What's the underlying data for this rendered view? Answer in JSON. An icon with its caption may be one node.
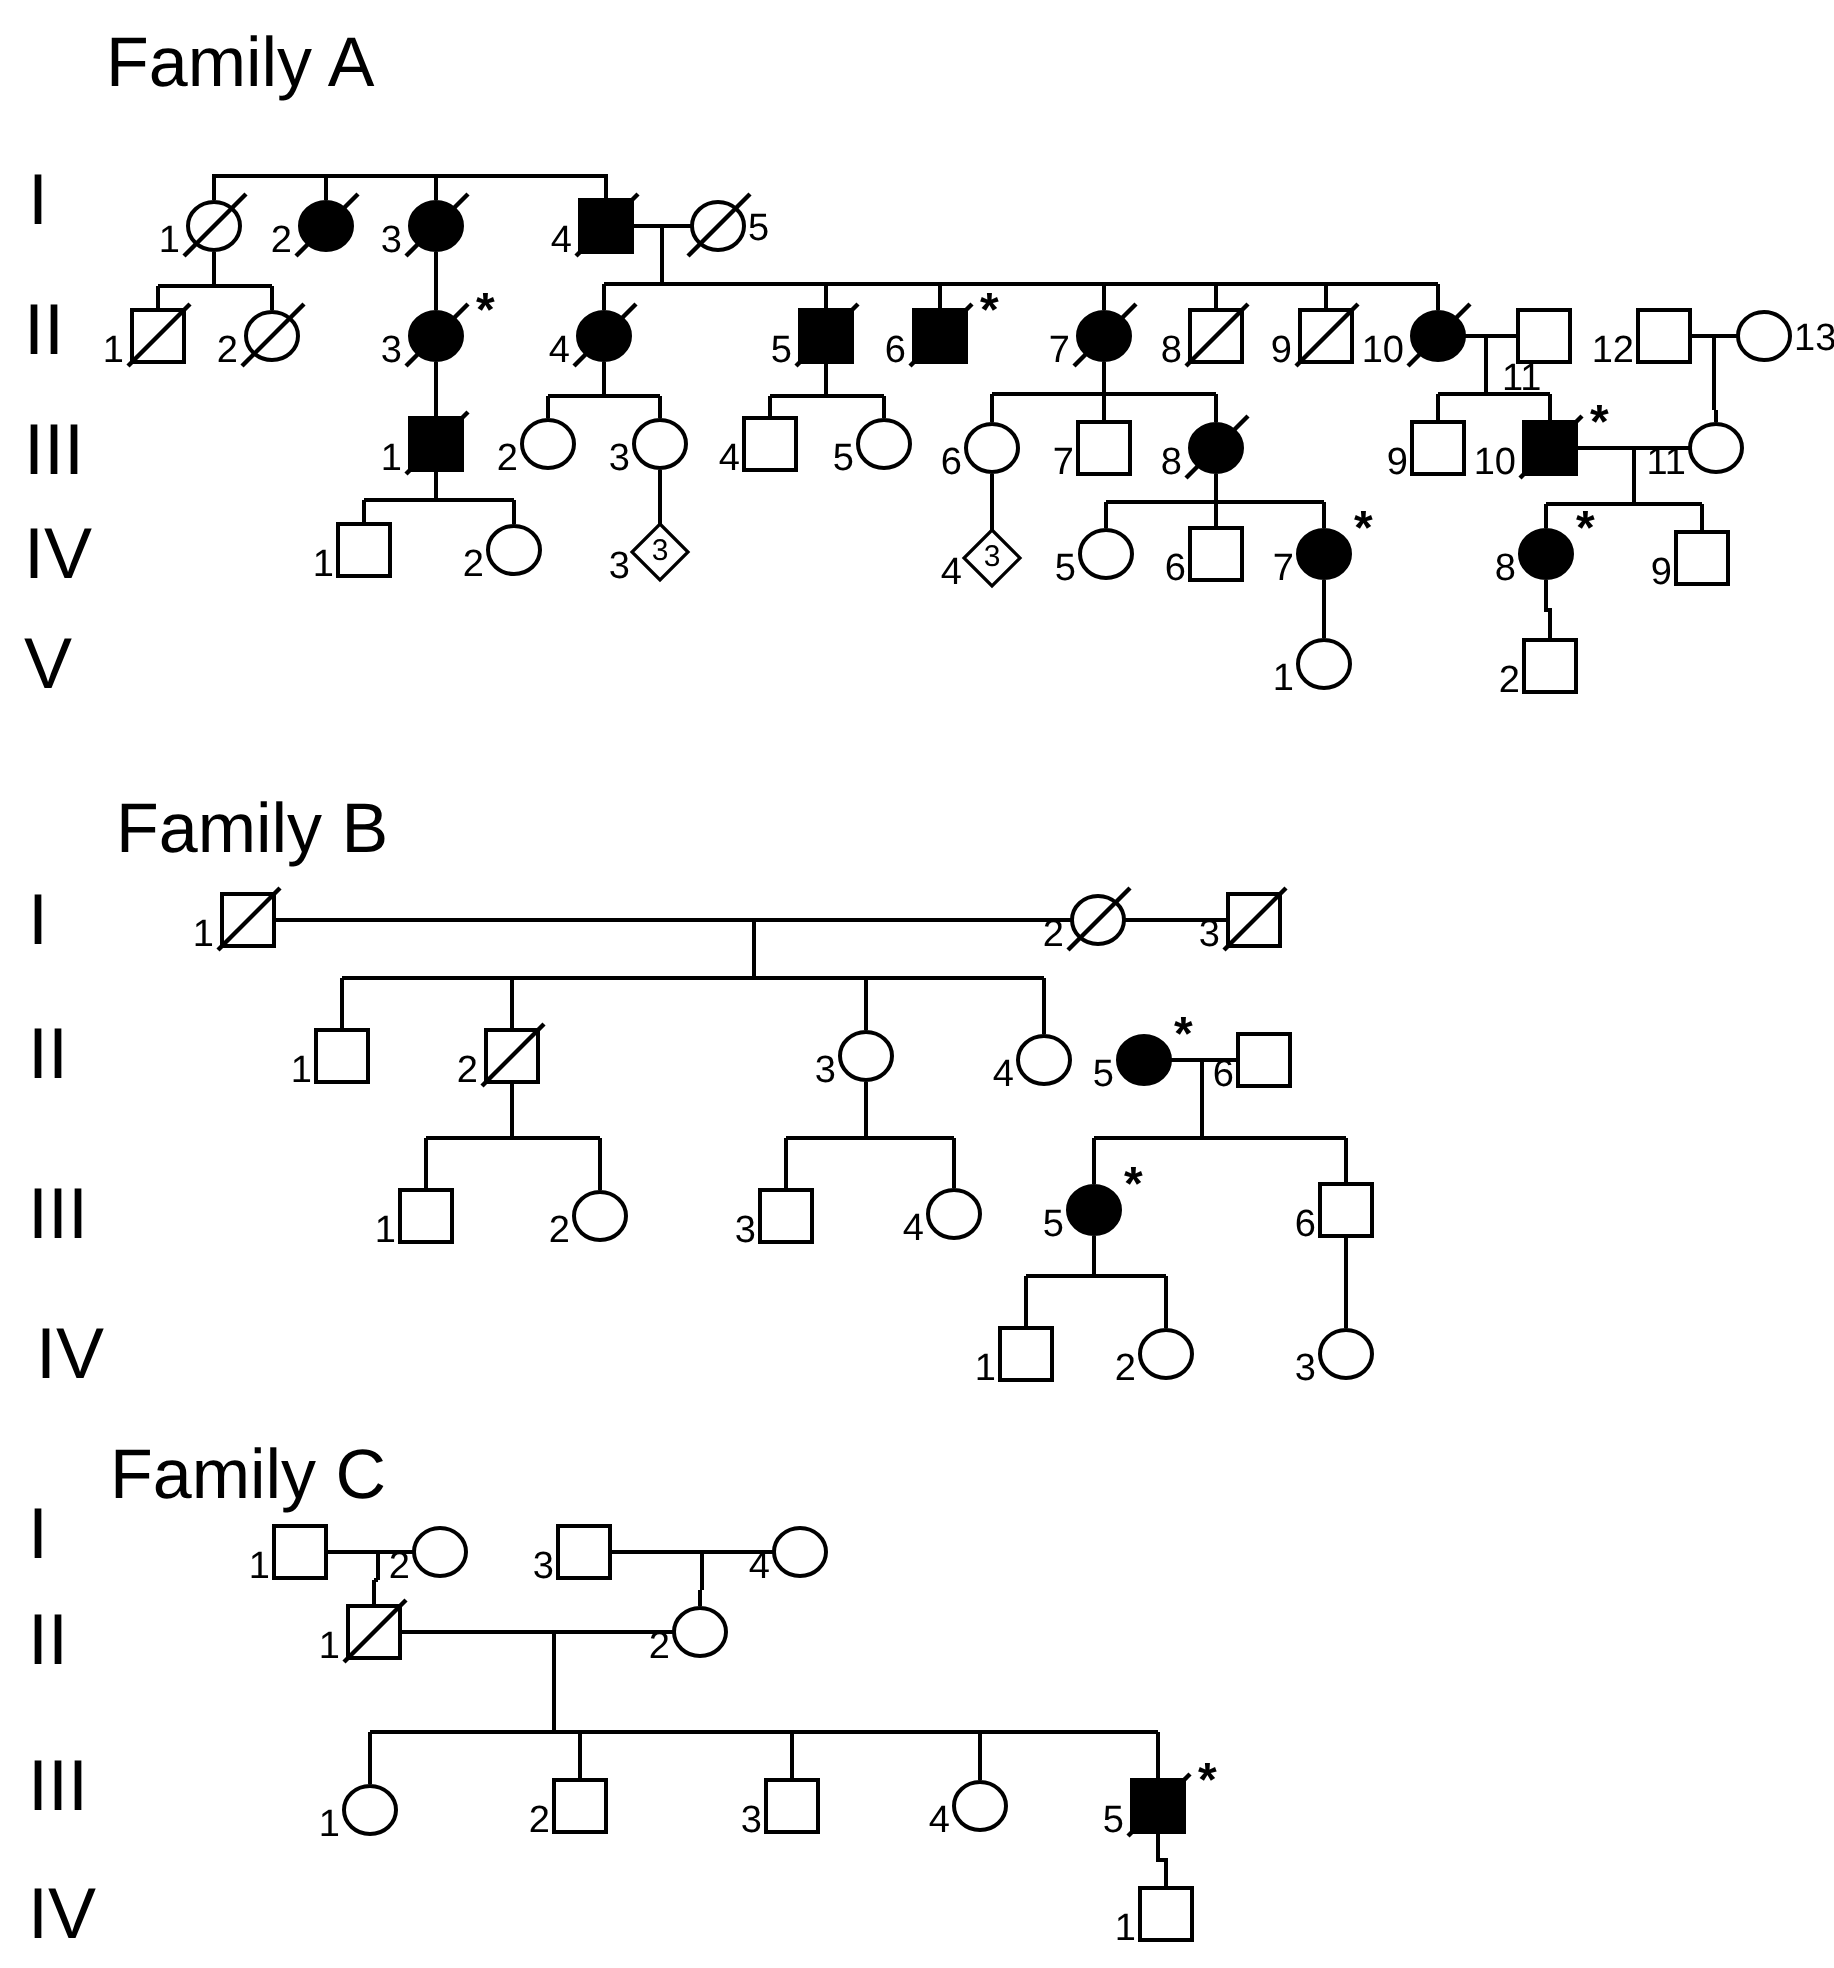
{
  "diagram": {
    "nodes": [
      {
        "text": [
          "1"
        ]
      },
      {
        "text": [
          "2"
        ]
      },
      {
        "text": [
          "3"
        ]
      },
      {
        "text": [
          "4"
        ]
      },
      {
        "text": [
          "5"
        ]
      },
      {
        "text": [
          "1"
        ]
      },
      {
        "text": [
          "2"
        ]
      },
      {
        "text": [
          "3"
        ],
        "beside": [
          "*"
        ]
      },
      {
        "text": [
          "4"
        ]
      },
      {
        "text": [
          "5"
        ]
      },
      {
        "text": [
          "6"
        ],
        "beside": [
          "*"
        ]
      },
      {
        "text": [
          "7"
        ]
      },
      {
        "text": [
          "8"
        ]
      },
      {
        "text": [
          "9"
        ]
      },
      {
        "text": [
          "10"
        ]
      },
      {
        "text": [
          "11"
        ]
      },
      {
        "text": [
          "12"
        ]
      },
      {
        "text": [
          "13"
        ]
      },
      {
        "text": [
          "1"
        ]
      },
      {
        "text": [
          "2"
        ]
      },
      {
        "text": [
          "3"
        ]
      },
      {
        "text": [
          "4"
        ]
      },
      {
        "text": [
          "5"
        ]
      },
      {
        "text": [
          "6"
        ]
      },
      {
        "text": [
          "7"
        ]
      },
      {
        "text": [
          "8"
        ]
      },
      {
        "text": [
          "9"
        ]
      },
      {
        "text": [
          "10"
        ],
        "beside": [
          "*"
        ]
      },
      {
        "text": [
          "11"
        ]
      },
      {
        "text": [
          "1"
        ]
      },
      {
        "text": [
          "2"
        ]
      },
      {
        "text": [
          "3",
          "3"
        ]
      },
      {
        "text": [
          "3",
          "4"
        ]
      },
      {
        "text": [
          "5"
        ]
      },
      {
        "text": [
          "6"
        ]
      },
      {
        "text": [
          "7"
        ],
        "beside": [
          "*"
        ]
      },
      {
        "text": [
          "8"
        ],
        "beside": [
          "*"
        ]
      },
      {
        "text": [
          "9"
        ]
      },
      {
        "text": [
          "1"
        ]
      },
      {
        "text": [
          "2"
        ]
      },
      {
        "text": [
          "1"
        ]
      },
      {
        "text": [
          "2"
        ]
      },
      {
        "text": [
          "3"
        ]
      },
      {
        "text": [
          "1"
        ]
      },
      {
        "text": [
          "2"
        ]
      },
      {
        "text": [
          "3"
        ]
      },
      {
        "text": [
          "4"
        ]
      },
      {
        "text": [
          "5"
        ],
        "beside": [
          "*"
        ]
      },
      {
        "text": [
          "6"
        ]
      },
      {
        "text": [
          "1"
        ]
      },
      {
        "text": [
          "2"
        ]
      },
      {
        "text": [
          "3"
        ]
      },
      {
        "text": [
          "4"
        ]
      },
      {
        "text": [
          "5"
        ],
        "beside": [
          "*"
        ]
      },
      {
        "text": [
          "6"
        ]
      },
      {
        "text": [
          "1"
        ]
      },
      {
        "text": [
          "2"
        ]
      },
      {
        "text": [
          "3"
        ]
      },
      {
        "text": [
          "1"
        ]
      },
      {
        "text": [
          "2"
        ]
      },
      {
        "text": [
          "3"
        ]
      },
      {
        "text": [
          "4"
        ]
      },
      {
        "text": [
          "1"
        ]
      },
      {
        "text": [
          "2"
        ]
      },
      {
        "text": [
          "1"
        ]
      },
      {
        "text": [
          "2"
        ]
      },
      {
        "text": [
          "3"
        ]
      },
      {
        "text": [
          "4"
        ]
      },
      {
        "text": [
          "5"
        ],
        "beside": [
          "*"
        ]
      },
      {
        "text": [
          "1"
        ]
      }
    ],
    "edges": [
      {
        "from": 0,
        "to": 1,
        "arrow": "none"
      },
      {
        "from": 1,
        "to": 2,
        "arrow": "none"
      },
      {
        "from": 2,
        "to": 3,
        "arrow": "none"
      },
      {
        "from": 3,
        "to": 4,
        "arrow": "none"
      },
      {
        "from": 0,
        "to": 5,
        "arrow": "none"
      },
      {
        "from": 0,
        "to": 6,
        "arrow": "none"
      },
      {
        "from": 2,
        "to": 7,
        "arrow": "none"
      },
      {
        "from": 3,
        "to": 8,
        "arrow": "none"
      },
      {
        "from": 3,
        "to": 9,
        "arrow": "none"
      },
      {
        "from": 3,
        "to": 10,
        "arrow": "none"
      },
      {
        "from": 3,
        "to": 11,
        "arrow": "none"
      },
      {
        "from": 3,
        "to": 12,
        "arrow": "none"
      },
      {
        "from": 3,
        "to": 13,
        "arrow": "none"
      },
      {
        "from": 3,
        "to": 14,
        "arrow": "none"
      },
      {
        "from": 4,
        "to": 8,
        "arrow": "none"
      },
      {
        "from": 4,
        "to": 9,
        "arrow": "none"
      },
      {
        "from": 4,
        "to": 10,
        "arrow": "none"
      },
      {
        "from": 4,
        "to": 11,
        "arrow": "none"
      },
      {
        "from": 4,
        "to": 12,
        "arrow": "none"
      },
      {
        "from": 4,
        "to": 13,
        "arrow": "none"
      },
      {
        "from": 4,
        "to": 14,
        "arrow": "none"
      },
      {
        "from": 7,
        "to": 18,
        "arrow": "none"
      },
      {
        "from": 8,
        "to": 19,
        "arrow": "none"
      },
      {
        "from": 8,
        "to": 20,
        "arrow": "none"
      },
      {
        "from": 9,
        "to": 21,
        "arrow": "none"
      },
      {
        "from": 9,
        "to": 22,
        "arrow": "none"
      },
      {
        "from": 11,
        "to": 23,
        "arrow": "none"
      },
      {
        "from": 11,
        "to": 24,
        "arrow": "none"
      },
      {
        "from": 11,
        "to": 25,
        "arrow": "none"
      },
      {
        "from": 14,
        "to": 26,
        "arrow": "none"
      },
      {
        "from": 14,
        "to": 27,
        "arrow": "none"
      },
      {
        "from": 15,
        "to": 26,
        "arrow": "none"
      },
      {
        "from": 15,
        "to": 27,
        "arrow": "none"
      },
      {
        "from": 16,
        "to": 28,
        "arrow": "none"
      },
      {
        "from": 17,
        "to": 28,
        "arrow": "none"
      },
      {
        "from": 27,
        "to": 28,
        "arrow": "none"
      },
      {
        "from": 18,
        "to": 29,
        "arrow": "none"
      },
      {
        "from": 18,
        "to": 30,
        "arrow": "none"
      },
      {
        "from": 20,
        "to": 31,
        "arrow": "none"
      },
      {
        "from": 23,
        "to": 32,
        "arrow": "none"
      },
      {
        "from": 25,
        "to": 33,
        "arrow": "none"
      },
      {
        "from": 25,
        "to": 34,
        "arrow": "none"
      },
      {
        "from": 25,
        "to": 35,
        "arrow": "none"
      },
      {
        "from": 27,
        "to": 36,
        "arrow": "none"
      },
      {
        "from": 27,
        "to": 37,
        "arrow": "none"
      },
      {
        "from": 28,
        "to": 36,
        "arrow": "none"
      },
      {
        "from": 28,
        "to": 37,
        "arrow": "none"
      },
      {
        "from": 35,
        "to": 38,
        "arrow": "none"
      },
      {
        "from": 36,
        "to": 39,
        "arrow": "none"
      },
      {
        "from": 40,
        "to": 41,
        "arrow": "none"
      },
      {
        "from": 41,
        "to": 42,
        "arrow": "none"
      },
      {
        "from": 40,
        "to": 43,
        "arrow": "none"
      },
      {
        "from": 40,
        "to": 44,
        "arrow": "none"
      },
      {
        "from": 40,
        "to": 45,
        "arrow": "none"
      },
      {
        "from": 40,
        "to": 46,
        "arrow": "none"
      },
      {
        "from": 41,
        "to": 43,
        "arrow": "none"
      },
      {
        "from": 41,
        "to": 44,
        "arrow": "none"
      },
      {
        "from": 41,
        "to": 45,
        "arrow": "none"
      },
      {
        "from": 41,
        "to": 46,
        "arrow": "none"
      },
      {
        "from": 47,
        "to": 48,
        "arrow": "none"
      },
      {
        "from": 47,
        "to": 53,
        "arrow": "none"
      },
      {
        "from": 47,
        "to": 54,
        "arrow": "none"
      },
      {
        "from": 48,
        "to": 53,
        "arrow": "none"
      },
      {
        "from": 48,
        "to": 54,
        "arrow": "none"
      },
      {
        "from": 44,
        "to": 49,
        "arrow": "none"
      },
      {
        "from": 44,
        "to": 50,
        "arrow": "none"
      },
      {
        "from": 45,
        "to": 51,
        "arrow": "none"
      },
      {
        "from": 45,
        "to": 52,
        "arrow": "none"
      },
      {
        "from": 53,
        "to": 55,
        "arrow": "none"
      },
      {
        "from": 53,
        "to": 56,
        "arrow": "none"
      },
      {
        "from": 54,
        "to": 57,
        "arrow": "none"
      },
      {
        "from": 58,
        "to": 59,
        "arrow": "none"
      },
      {
        "from": 58,
        "to": 62,
        "arrow": "none"
      },
      {
        "from": 59,
        "to": 62,
        "arrow": "none"
      },
      {
        "from": 60,
        "to": 61,
        "arrow": "none"
      },
      {
        "from": 60,
        "to": 63,
        "arrow": "none"
      },
      {
        "from": 61,
        "to": 63,
        "arrow": "none"
      },
      {
        "from": 62,
        "to": 63,
        "arrow": "none"
      },
      {
        "from": 62,
        "to": 64,
        "arrow": "none"
      },
      {
        "from": 62,
        "to": 65,
        "arrow": "none"
      },
      {
        "from": 62,
        "to": 66,
        "arrow": "none"
      },
      {
        "from": 62,
        "to": 67,
        "arrow": "none"
      },
      {
        "from": 62,
        "to": 68,
        "arrow": "none"
      },
      {
        "from": 63,
        "to": 64,
        "arrow": "none"
      },
      {
        "from": 63,
        "to": 65,
        "arrow": "none"
      },
      {
        "from": 63,
        "to": 66,
        "arrow": "none"
      },
      {
        "from": 63,
        "to": 67,
        "arrow": "none"
      },
      {
        "from": 63,
        "to": 68,
        "arrow": "none"
      },
      {
        "from": 68,
        "to": 69,
        "arrow": "none"
      }
    ],
    "labels": [
      "Family A",
      "I",
      "II",
      "III",
      "IV",
      "V",
      "Family B",
      "I",
      "II",
      "III",
      "IV",
      "Family C",
      "I",
      "II",
      "III",
      "IV"
    ]
  }
}
